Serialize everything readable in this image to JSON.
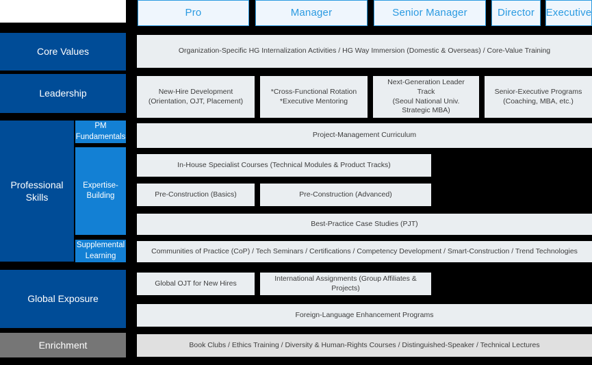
{
  "header": {
    "blank_corner": "",
    "levels": [
      {
        "label": "Pro"
      },
      {
        "label": "Manager"
      },
      {
        "label": "Senior Manager"
      },
      {
        "label": "Director"
      },
      {
        "label": "Executive"
      }
    ]
  },
  "colors": {
    "background": "#000000",
    "category_blue": "#004C97",
    "subcategory_blue": "#1380D4",
    "chip_border": "#2A9AE1",
    "chip_fill": "#EFF6FD",
    "bar_fill": "#EAEEF1",
    "enrichment_grey": "#767676",
    "enrichment_bar": "#E0E0E0",
    "bar_text": "#3D3D3D"
  },
  "rows": {
    "core_values": {
      "label": "Core Values",
      "programs": [
        {
          "text": "Organization-Specific HG Internalization Activities / HG Way Immersion (Domestic & Overseas) / Core-Value Training"
        }
      ]
    },
    "leadership": {
      "label": "Leadership",
      "programs": [
        {
          "line1": "New-Hire Development",
          "line2": "(Orientation, OJT, Placement)"
        },
        {
          "line1": "*Cross-Functional Rotation",
          "line2": "*Executive Mentoring"
        },
        {
          "line1": "Next-Generation Leader Track",
          "line2": "(Seoul National Univ.",
          "line3": "Strategic MBA)"
        },
        {
          "line1": "Senior-Executive Programs",
          "line2": "(Coaching, MBA, etc.)"
        }
      ]
    },
    "professional_skills": {
      "label_line1": "Professional",
      "label_line2": "Skills",
      "subcategories": [
        {
          "line1": "PM",
          "line2": "Fundamentals"
        },
        {
          "line1": "Expertise-",
          "line2": "Building"
        },
        {
          "line1": "Supplemental",
          "line2": "Learning"
        }
      ],
      "programs": [
        {
          "text": "Project-Management Curriculum"
        },
        {
          "text": "In-House Specialist Courses (Technical Modules & Product Tracks)"
        },
        {
          "text": "Pre-Construction (Basics)"
        },
        {
          "text": "Pre-Construction (Advanced)"
        },
        {
          "text": "Best-Practice Case Studies (PJT)"
        },
        {
          "text": "Communities of Practice (CoP) / Tech Seminars / Certifications / Competency Development / Smart-Construction / Trend Technologies"
        }
      ]
    },
    "global_exposure": {
      "label": "Global Exposure",
      "programs": [
        {
          "text": "Global OJT for New Hires"
        },
        {
          "text": "International Assignments (Group Affiliates & Projects)"
        },
        {
          "text": "Foreign-Language Enhancement Programs"
        }
      ]
    },
    "enrichment": {
      "label": "Enrichment",
      "programs": [
        {
          "text": "Book Clubs / Ethics Training / Diversity & Human-Rights Courses / Distinguished-Speaker / Technical Lectures"
        }
      ]
    }
  }
}
